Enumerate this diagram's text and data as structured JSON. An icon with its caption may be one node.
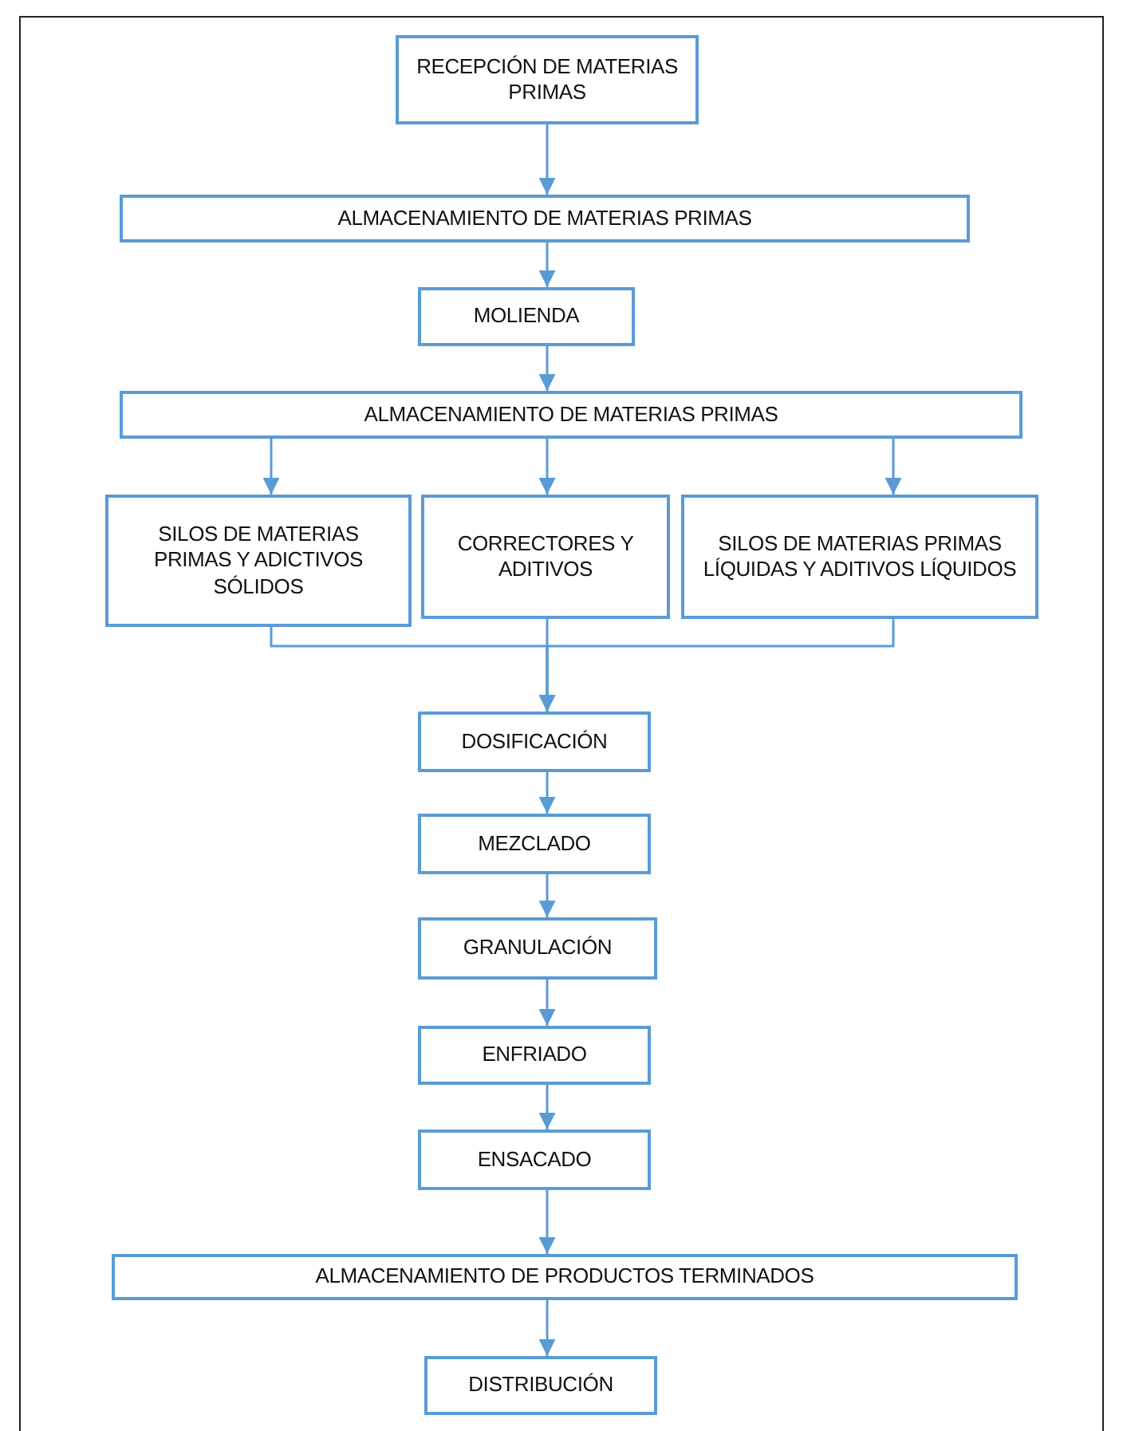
{
  "diagram": {
    "nodes": [
      {
        "text": [
          "RECEPCIÓN DE MATERIAS PRIMAS"
        ]
      },
      {
        "text": [
          "ALMACENAMIENTO DE MATERIAS PRIMAS"
        ]
      },
      {
        "text": [
          "MOLIENDA"
        ]
      },
      {
        "text": [
          "ALMACENAMIENTO DE MATERIAS PRIMAS"
        ]
      },
      {
        "text": [
          "SILOS DE MATERIAS PRIMAS Y ADICTIVOS SÓLIDOS"
        ]
      },
      {
        "text": [
          "CORRECTORES Y ADITIVOS"
        ]
      },
      {
        "text": [
          "SILOS DE MATERIAS PRIMAS LÍQUIDAS Y ADITIVOS LÍQUIDOS"
        ]
      },
      {
        "text": [
          "DOSIFICACIÓN"
        ]
      },
      {
        "text": [
          "MEZCLADO"
        ]
      },
      {
        "text": [
          "GRANULACIÓN"
        ]
      },
      {
        "text": [
          "ENFRIADO"
        ]
      },
      {
        "text": [
          "ENSACADO"
        ]
      },
      {
        "text": [
          "ALMACENAMIENTO DE PRODUCTOS TERMINADOS"
        ]
      },
      {
        "text": [
          "DISTRIBUCIÓN"
        ]
      }
    ],
    "edges": [
      {
        "from": 0,
        "to": 1,
        "arrow": "to"
      },
      {
        "from": 1,
        "to": 2,
        "arrow": "to"
      },
      {
        "from": 2,
        "to": 3,
        "arrow": "to"
      },
      {
        "from": 3,
        "to": 4,
        "arrow": "to"
      },
      {
        "from": 3,
        "to": 5,
        "arrow": "to"
      },
      {
        "from": 3,
        "to": 6,
        "arrow": "to"
      },
      {
        "from": 4,
        "to": 7,
        "arrow": "to"
      },
      {
        "from": 5,
        "to": 7,
        "arrow": "to"
      },
      {
        "from": 6,
        "to": 7,
        "arrow": "to"
      },
      {
        "from": 7,
        "to": 8,
        "arrow": "to"
      },
      {
        "from": 8,
        "to": 9,
        "arrow": "to"
      },
      {
        "from": 9,
        "to": 10,
        "arrow": "to"
      },
      {
        "from": 10,
        "to": 11,
        "arrow": "to"
      },
      {
        "from": 11,
        "to": 12,
        "arrow": "to"
      },
      {
        "from": 12,
        "to": 13,
        "arrow": "to"
      }
    ]
  }
}
